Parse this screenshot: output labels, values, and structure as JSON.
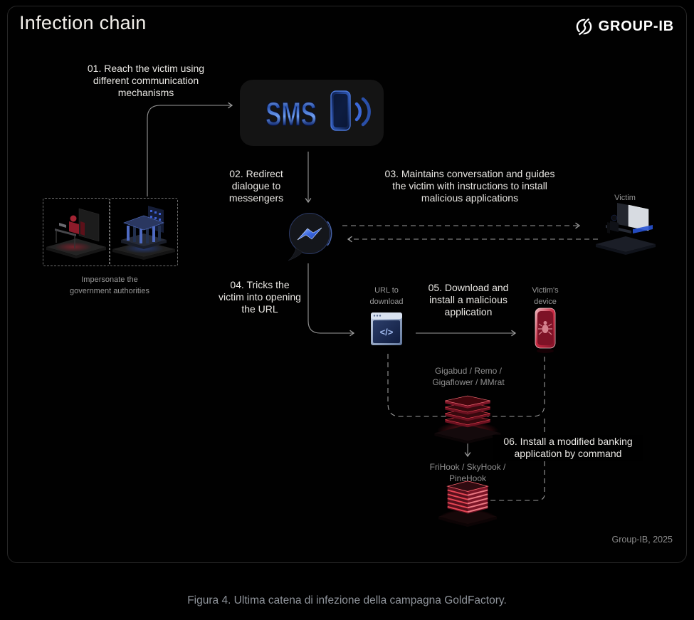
{
  "header": {
    "title": "Infection chain",
    "brand": "GROUP-IB"
  },
  "steps": {
    "s01": "01. Reach the victim using\ndifferent communication\nmechanisms",
    "s02": "02. Redirect\ndialogue to\nmessengers",
    "s03": "03. Maintains conversation and guides\nthe victim with instructions to install\nmalicious applications",
    "s04": "04. Tricks the\nvictim into opening\nthe URL",
    "s05": "05. Download and\ninstall a malicious\napplication",
    "s06": "06. Install a modified banking\napplication by command"
  },
  "labels": {
    "sms": "SMS",
    "impersonate": "Impersonate the\ngovernment authorities",
    "victim": "Victim",
    "url_to_download": "URL to\ndownload",
    "victims_device": "Victim's\ndevice",
    "malware_group1": "Gigabud / Remo /\nGigaflower / MMrat",
    "malware_group2": "FriHook / SkyHook /\nPineHook",
    "code_glyph": "</>",
    "credit": "Group-IB, 2025"
  },
  "caption": "Figura 4. Ultima catena di infezione della campagna GoldFactory.",
  "icons": {
    "brand-mark": "circle with lightning slash",
    "sms-icon": "3D metallic blue SMS letters",
    "phone-ring-icon": "phone with sound waves",
    "messenger-icon": "chat bubble with lightning bolt",
    "browser-code-icon": "browser window with code tag",
    "infected-phone-icon": "red phone with bug",
    "malware-stack-icon": "glowing red layered stack",
    "malware-cube-icon": "glowing red striped cube",
    "hacker-scene": "hooded figure at desk",
    "government-building-scene": "columned building",
    "victim-scene": "person at computer desk"
  },
  "colors": {
    "background": "#000000",
    "card_border": "#272727",
    "accent_blue": "#3b66cc",
    "accent_red": "#c41e33",
    "line": "#9a9a9a",
    "text_primary": "#e9e7e3",
    "text_secondary": "#969696"
  }
}
